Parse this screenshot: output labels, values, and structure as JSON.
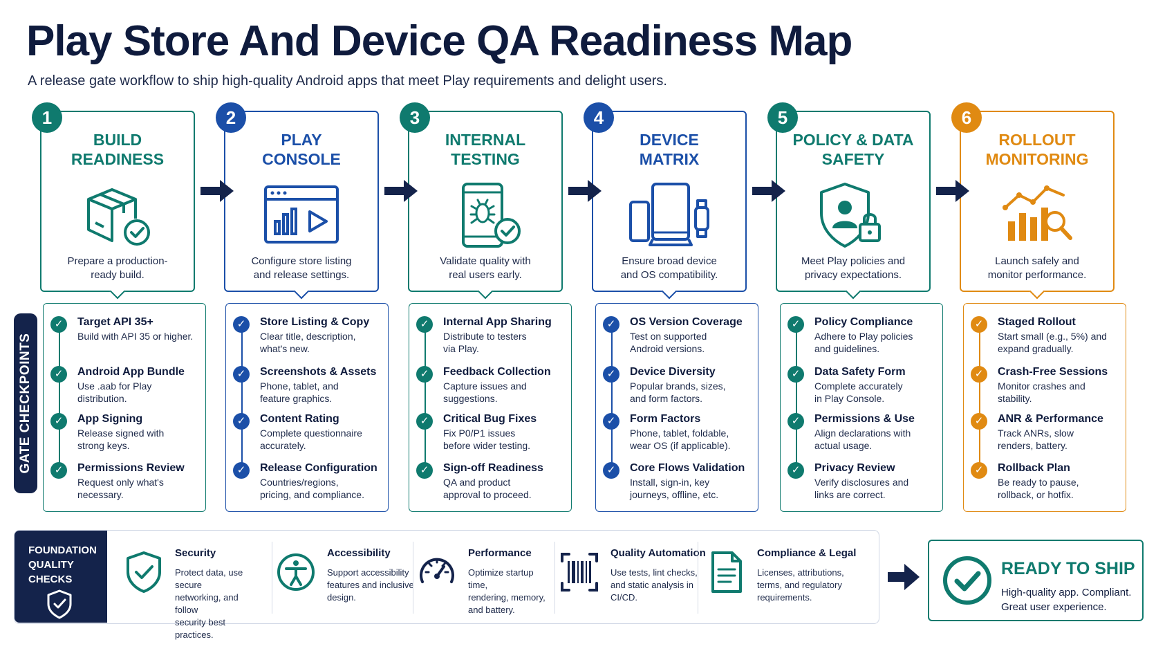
{
  "title": "Play Store And Device QA Readiness Map",
  "subtitle": "A release gate workflow to ship high-quality Android apps that meet Play requirements and delight users.",
  "colors": {
    "teal": "#0f7a6e",
    "blue": "#1b4fa8",
    "orange": "#e08a12",
    "navy": "#14234b"
  },
  "stages": [
    {
      "number": "1",
      "title": "BUILD\nREADINESS",
      "description": "Prepare a production-\nready build.",
      "icon": "box-check-icon",
      "color": "#0f7a6e"
    },
    {
      "number": "2",
      "title": "PLAY\nCONSOLE",
      "description": "Configure store listing\nand release settings.",
      "icon": "console-window-icon",
      "color": "#1b4fa8"
    },
    {
      "number": "3",
      "title": "INTERNAL\nTESTING",
      "description": "Validate quality with\nreal users early.",
      "icon": "phone-bug-check-icon",
      "color": "#0f7a6e"
    },
    {
      "number": "4",
      "title": "DEVICE\nMATRIX",
      "description": "Ensure broad device\nand OS compatibility.",
      "icon": "devices-icon",
      "color": "#1b4fa8"
    },
    {
      "number": "5",
      "title": "POLICY & DATA\nSAFETY",
      "description": "Meet Play policies and\nprivacy expectations.",
      "icon": "shield-user-lock-icon",
      "color": "#0f7a6e"
    },
    {
      "number": "6",
      "title": "ROLLOUT\nMONITORING",
      "description": "Launch safely and\nmonitor performance.",
      "icon": "chart-magnifier-icon",
      "color": "#e08a12"
    }
  ],
  "gate_label": "GATE CHECKPOINTS",
  "checkpoints": [
    [
      {
        "title": "Target API 35+",
        "desc": "Build with API 35 or higher."
      },
      {
        "title": "Android App Bundle",
        "desc": "Use .aab for Play distribution."
      },
      {
        "title": "App Signing",
        "desc": "Release signed with\nstrong keys."
      },
      {
        "title": "Permissions Review",
        "desc": "Request only what's\nnecessary."
      }
    ],
    [
      {
        "title": "Store Listing & Copy",
        "desc": "Clear title, description,\nwhat's new."
      },
      {
        "title": "Screenshots & Assets",
        "desc": "Phone, tablet, and\nfeature graphics."
      },
      {
        "title": "Content Rating",
        "desc": "Complete questionnaire\naccurately."
      },
      {
        "title": "Release Configuration",
        "desc": "Countries/regions,\npricing, and compliance."
      }
    ],
    [
      {
        "title": "Internal App Sharing",
        "desc": "Distribute to testers\nvia Play."
      },
      {
        "title": "Feedback Collection",
        "desc": "Capture issues and\nsuggestions."
      },
      {
        "title": "Critical Bug Fixes",
        "desc": "Fix P0/P1 issues\nbefore wider testing."
      },
      {
        "title": "Sign-off Readiness",
        "desc": "QA and product\napproval to proceed."
      }
    ],
    [
      {
        "title": "OS Version Coverage",
        "desc": "Test on supported\nAndroid versions."
      },
      {
        "title": "Device Diversity",
        "desc": "Popular brands, sizes,\nand form factors."
      },
      {
        "title": "Form Factors",
        "desc": "Phone, tablet, foldable,\nwear OS (if applicable)."
      },
      {
        "title": "Core Flows Validation",
        "desc": "Install, sign-in, key\njourneys, offline, etc."
      }
    ],
    [
      {
        "title": "Policy Compliance",
        "desc": "Adhere to Play policies\nand guidelines."
      },
      {
        "title": "Data Safety Form",
        "desc": "Complete accurately\nin Play Console."
      },
      {
        "title": "Permissions & Use",
        "desc": "Align declarations with\nactual usage."
      },
      {
        "title": "Privacy Review",
        "desc": "Verify disclosures and\nlinks are correct."
      }
    ],
    [
      {
        "title": "Staged Rollout",
        "desc": "Start small (e.g., 5%) and\nexpand gradually."
      },
      {
        "title": "Crash-Free Sessions",
        "desc": "Monitor crashes and\nstability."
      },
      {
        "title": "ANR & Performance",
        "desc": "Track ANRs, slow\nrenders, battery."
      },
      {
        "title": "Rollback Plan",
        "desc": "Be ready to pause,\nrollback, or hotfix."
      }
    ]
  ],
  "foundation": {
    "label": "FOUNDATION\nQUALITY\nCHECKS",
    "items": [
      {
        "title": "Security",
        "desc": "Protect data, use secure\nnetworking, and follow\nsecurity best practices.",
        "icon": "shield-check-icon"
      },
      {
        "title": "Accessibility",
        "desc": "Support accessibility\nfeatures and inclusive\ndesign.",
        "icon": "accessibility-icon"
      },
      {
        "title": "Performance",
        "desc": "Optimize startup time,\nrendering, memory,\nand battery.",
        "icon": "gauge-icon"
      },
      {
        "title": "Quality Automation",
        "desc": "Use tests, lint checks,\nand static analysis in\nCI/CD.",
        "icon": "barcode-scan-icon"
      },
      {
        "title": "Compliance & Legal",
        "desc": "Licenses, attributions,\nterms, and regulatory\nrequirements.",
        "icon": "document-icon"
      }
    ]
  },
  "ready": {
    "title": "READY TO SHIP",
    "desc": "High-quality app. Compliant.\nGreat user experience."
  }
}
